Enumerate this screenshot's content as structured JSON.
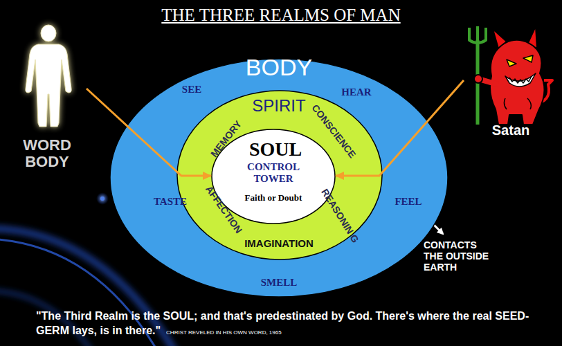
{
  "diagram": {
    "title": "THE THREE REALMS OF MAN",
    "caption": "\"The Third Realm is the SOUL; and that's predestinated by God. There's where the real SEED-GERM lays, is in there.\"",
    "nodes": [
      {
        "text": [
          "WORD BODY"
        ]
      },
      {
        "text": [
          "BODY",
          "SEE",
          "HEAR",
          "TASTE",
          "FEEL",
          "SMELL"
        ]
      },
      {
        "text": [
          "SPIRIT",
          "MEMORY",
          "CONSCIENCE",
          "AFFECTION",
          "REASONIN G",
          "IMAGINATION"
        ],
        "in": 1
      },
      {
        "text": [
          "SOUL",
          "CONTROL TOWER",
          "Faith or Doubt"
        ],
        "in": 2
      },
      {
        "text": [
          "Satan"
        ]
      }
    ],
    "edges": [
      {
        "from": 0,
        "to": 3,
        "arrow": "to"
      },
      {
        "from": 4,
        "to": 3,
        "arrow": "to"
      }
    ],
    "labels": [
      "CONTACTS THE OUTSIDE EARTH",
      "CHRIST REVELED IN HIS OWN WORD, 1965"
    ]
  }
}
